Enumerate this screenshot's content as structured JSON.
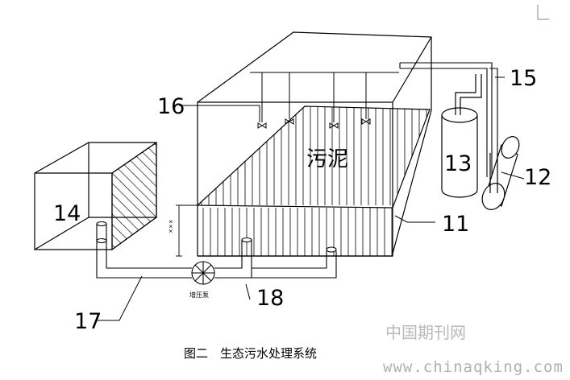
{
  "labels": {
    "n11": "11",
    "n12": "12",
    "n13": "13",
    "n14": "14",
    "n15": "15",
    "n16": "16",
    "n17": "17",
    "n18": "18",
    "sludge": "污泥",
    "pump": "增压泵",
    "dimension": "×××"
  },
  "caption": "图二　生态污水处理系统",
  "watermark": {
    "site_cn": "中国期刊网",
    "url": "www.chinaqking.com"
  }
}
